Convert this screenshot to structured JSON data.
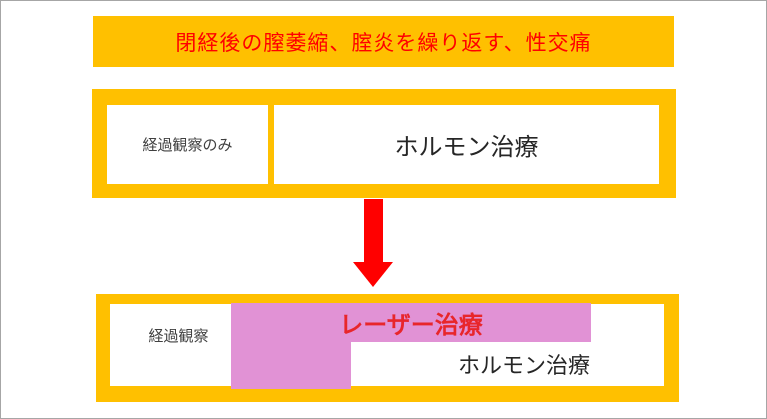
{
  "title_banner": {
    "text": "閉経後の膣萎縮、腟炎を繰り返す、性交痛"
  },
  "before_row": {
    "observation_label": "経過観察のみ",
    "hormone_label": "ホルモン治療"
  },
  "after_row": {
    "observation_label": "経過観察",
    "laser_label": "レーザー治療",
    "hormone_label": "ホルモン治療"
  },
  "icons": {
    "arrow": "down-arrow-icon"
  },
  "colors": {
    "frame_orange": "#FFC000",
    "laser_pink": "#E192D5",
    "arrow_red": "#FF0000",
    "banner_text_red": "#FF0000",
    "laser_text_red": "#E8262B",
    "body_text_dark": "#262626",
    "small_text_gray": "#404040",
    "page_border_gray": "#A6A6A6"
  }
}
